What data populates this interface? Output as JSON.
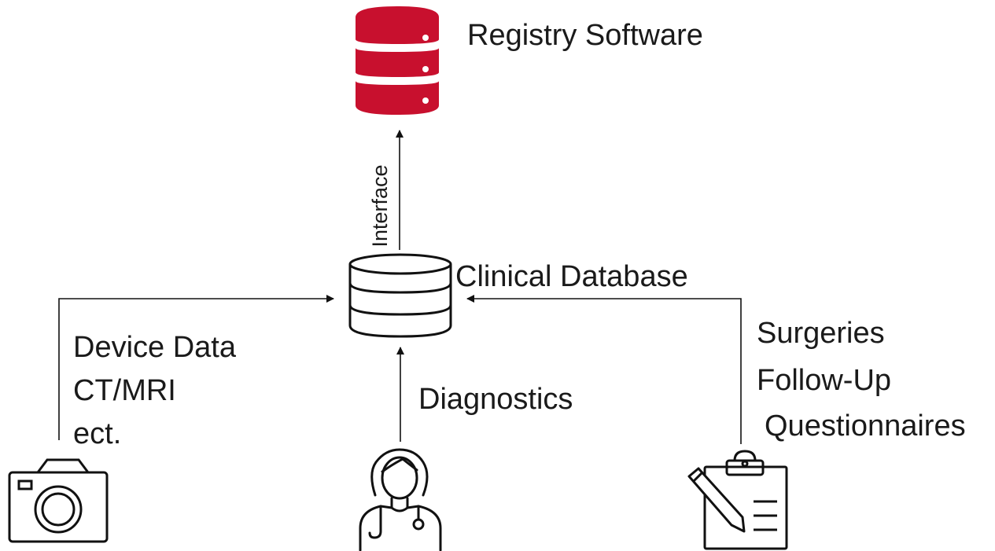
{
  "nodes": {
    "registry": {
      "label": "Registry Software",
      "icon": "database-icon",
      "color": "#c8102e"
    },
    "clinical": {
      "label": "Clinical Database",
      "icon": "database-icon",
      "color": "#111111"
    }
  },
  "edges": {
    "interface": {
      "label": "Interface"
    }
  },
  "sources": {
    "device": {
      "icon": "camera-icon",
      "lines": [
        "Device Data",
        "CT/MRI",
        "ect."
      ]
    },
    "diagnostics": {
      "icon": "doctor-icon",
      "lines": [
        "Diagnostics"
      ]
    },
    "surgeries": {
      "icon": "clipboard-icon",
      "lines": [
        "Surgeries",
        "Follow-Up",
        "Questionnaires"
      ]
    }
  }
}
